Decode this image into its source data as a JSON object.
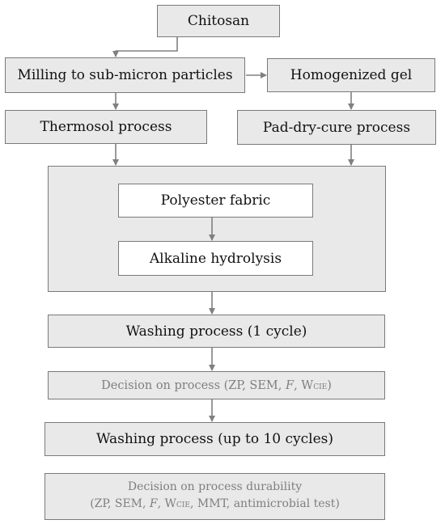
{
  "nodes": {
    "chitosan": "Chitosan",
    "milling": "Milling to sub-micron particles",
    "gel": "Homogenized gel",
    "thermosol": "Thermosol process",
    "pad_dry_cure": "Pad-dry-cure process",
    "polyester": "Polyester fabric",
    "alkaline": "Alkaline hydrolysis",
    "washing_1": "Washing process (1 cycle)",
    "decision_process": {
      "prefix": "Decision on process (ZP, SEM, ",
      "f": "F",
      "sep": ", W",
      "sub": "CIE",
      "suffix": ")"
    },
    "washing_10": "Washing process (up to 10 cycles)",
    "decision_durability": {
      "line1": "Decision on process durability",
      "prefix": "(ZP, SEM, ",
      "f": "F",
      "sep": ", W",
      "sub": "CIE",
      "suffix": ", MMT, antimicrobial test)"
    }
  },
  "colors": {
    "box_fill": "#e9e9e9",
    "border": "#7a7a7a",
    "arrow": "#808080",
    "muted_text": "#7f7f7f"
  }
}
